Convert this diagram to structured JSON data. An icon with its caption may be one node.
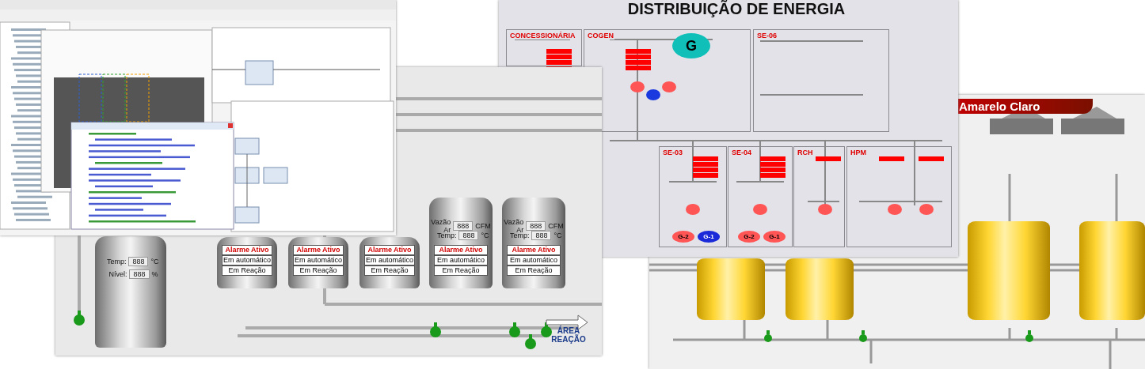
{
  "diagram": {
    "nodes": [
      {
        "text": [
          "CONCESSIONÁRIA"
        ]
      },
      {
        "text": [
          "COGEN"
        ]
      },
      {
        "text": [
          "G"
        ],
        "in": 1
      },
      {
        "text": [
          "SE-06"
        ]
      },
      {
        "text": [
          "SE-03"
        ]
      },
      {
        "text": [
          "G-2"
        ],
        "in": 4
      },
      {
        "text": [
          "G-1"
        ],
        "in": 4
      },
      {
        "text": [
          "SE-04"
        ]
      },
      {
        "text": [
          "G-2"
        ],
        "in": 7
      },
      {
        "text": [
          "G-1"
        ],
        "in": 7
      },
      {
        "text": [
          "RCH"
        ]
      },
      {
        "text": [
          "HPM"
        ]
      },
      {
        "text": [
          "Temp:",
          "888",
          "°C",
          "Nível:",
          "888",
          "%"
        ]
      },
      {
        "text": [
          "Alarme Ativo",
          "Em automático",
          "Em Reação"
        ]
      },
      {
        "text": [
          "Alarme Ativo",
          "Em automático",
          "Em Reação"
        ]
      },
      {
        "text": [
          "Alarme Ativo",
          "Em automático",
          "Em Reação"
        ]
      },
      {
        "text": [
          "Vazão Ar",
          "888",
          "CFM",
          "Temp:",
          "888",
          "°C",
          "Alarme Ativo",
          "Em automático",
          "Em Reação"
        ]
      },
      {
        "text": [
          "Vazão Ar",
          "888",
          "CFM",
          "Temp:",
          "888",
          "°C",
          "Alarme Ativo",
          "Em automático",
          "Em Reação"
        ]
      },
      {
        "text": [],
        "shape": "cylinder"
      },
      {
        "text": [],
        "shape": "cylinder"
      },
      {
        "text": [],
        "shape": "cylinder"
      },
      {
        "text": [],
        "shape": "cylinder"
      }
    ],
    "labels": [
      "DISTRIBUIÇÃO DE ENERGIA",
      "Amarelo Claro",
      "ÁREA REAÇÃO"
    ]
  }
}
